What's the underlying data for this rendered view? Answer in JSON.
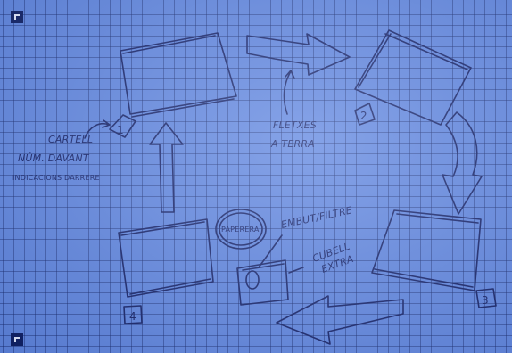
{
  "stations": [
    {
      "number": "1"
    },
    {
      "number": "2"
    },
    {
      "number": "3"
    },
    {
      "number": "4"
    }
  ],
  "labels": {
    "sign_line1": "CARTELL",
    "sign_line2": "NÚM. DAVANT",
    "sign_line3": "INDICACIONS DARRERE",
    "arrows_line1": "FLETXES",
    "arrows_line2": "A TERRA",
    "paper_bin": "PAPERERA",
    "tip_filter": "EMBUT/FILTRE",
    "extra_bin_line1": "CUBELL",
    "extra_bin_line2": "EXTRA"
  },
  "colors": {
    "paper": "#5d84e0",
    "ink": "#13216a"
  }
}
